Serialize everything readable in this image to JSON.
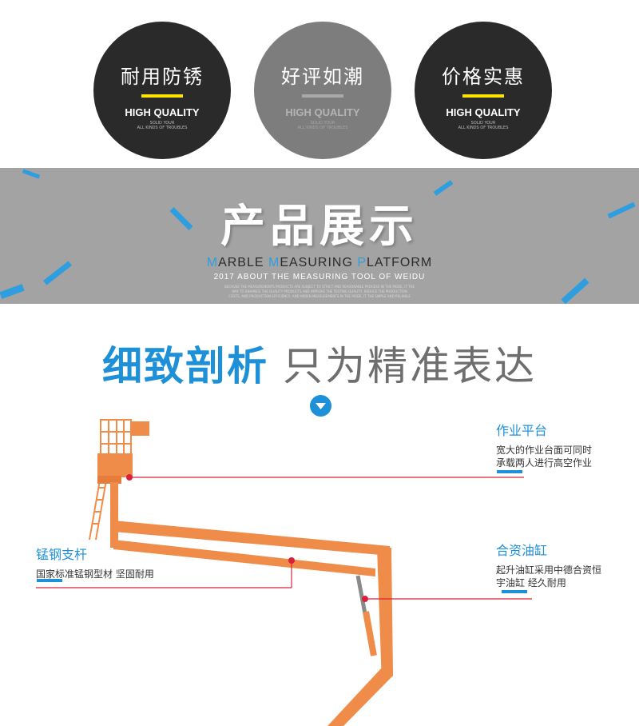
{
  "badges": [
    {
      "title": "耐用防锈",
      "hq": "HIGH QUALITY",
      "small1": "SOLID YOUR",
      "small2": "ALL KINDS OF TROUBLES",
      "style": "dark"
    },
    {
      "title": "好评如潮",
      "hq": "HIGH QUALITY",
      "small1": "SOLID YOUR",
      "small2": "ALL KINDS OF TROUBLES",
      "style": "grey"
    },
    {
      "title": "价格实惠",
      "hq": "HIGH QUALITY",
      "small1": "SOLID YOUR",
      "small2": "ALL KINDS OF TROUBLES",
      "style": "dark"
    }
  ],
  "banner": {
    "title": "产品展示",
    "subtitle": {
      "w1_first": "M",
      "w1_rest": "ARBLE ",
      "w2_first": "M",
      "w2_rest": "EASURING ",
      "w3_first": "P",
      "w3_rest": "LATFORM"
    },
    "subtitle2": "2017 ABOUT THE MEASURING TOOL OF WEIDU",
    "tiny1": "BECAUSE THE MEASUREMENTS PRODUCTS ARE SUBJECT TO STRICT AND REASONABLE PROCESS IN THE MODE, IT THE",
    "tiny2": "WAY TO ENHANCE THE QUALITY PRODUCTS AND IMPROVE THE TESTING QUALITY, REDUCE THE PRODUCTION",
    "tiny3": "COSTS, AND PRODUCTION EFFICIENCY, AND WIDEN MEASUREMENTS IN THE MODE, IT THE SIMPLE AND RELIABLE"
  },
  "detail": {
    "title_blue": "细致剖析",
    "title_grey": "只为精准表达"
  },
  "callouts": {
    "platform": {
      "title": "作业平台",
      "desc1": "宽大的作业台面可同时",
      "desc2": "承载两人进行高空作业"
    },
    "steel": {
      "title": "锰钢支杆",
      "desc1": "国家标准锰钢型材 坚固耐用"
    },
    "cylinder": {
      "title": "合资油缸",
      "desc1": "起升油缸采用中德合资恒",
      "desc2": "宇油缸 经久耐用"
    }
  },
  "colors": {
    "accent_blue": "#1e90d8",
    "boom_orange": "#f08c4a",
    "pointer_red": "#d9213c",
    "banner_grey": "#a3a3a3",
    "badge_dark": "#2a2a2a",
    "badge_grey": "#7d7d7d",
    "badge_bar_yellow": "#ffe400"
  },
  "icons": {
    "down_button": "chevron-down-icon"
  }
}
